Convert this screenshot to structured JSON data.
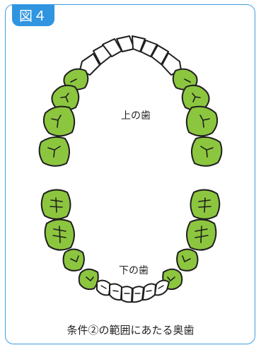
{
  "figure_label": "図４",
  "upper_label": "上の歯",
  "lower_label": "下の歯",
  "caption": "条件②の範囲にあたる奥歯",
  "colors": {
    "frame": "#3d9ee3",
    "badge": "#2f95e0",
    "molar_fill": "#8cc63f",
    "tooth_outline": "#1f1f1f",
    "front_tooth_fill": "#ffffff"
  }
}
